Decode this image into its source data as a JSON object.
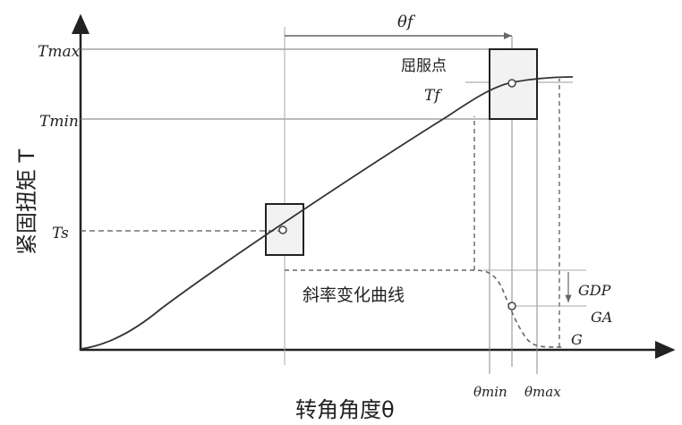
{
  "axis": {
    "y_label": "紧固扭矩 T",
    "x_label": "转角角度θ"
  },
  "labels": {
    "theta_f": "θf",
    "yield_point": "屈服点",
    "T_f": "Tf",
    "T_max": "Tmax",
    "T_min": "Tmin",
    "T_s": "Ts",
    "slope_curve": "斜率变化曲线",
    "G_DP": "GDP",
    "G_A": "GA",
    "G": "G",
    "theta_min": "θmin",
    "theta_max": "θmax"
  },
  "colors": {
    "curve": "#333333",
    "lines": "#777777",
    "box_fill": "#f2f2f2",
    "dashed": "#666666"
  }
}
